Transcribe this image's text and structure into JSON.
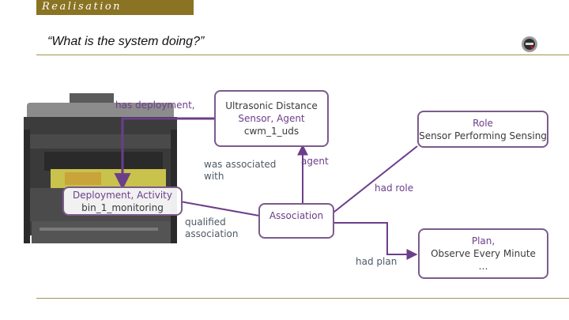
{
  "header": {
    "section": "Realisation",
    "question": "“What is the system doing?”"
  },
  "nodes": {
    "sensor": {
      "name": "Ultrasonic Distance",
      "type_line": "Sensor, Agent",
      "id": "cwm_1_uds"
    },
    "role": {
      "type": "Role",
      "name": "Sensor Performing Sensing"
    },
    "deployment": {
      "type_line": "Deployment, Activity",
      "id": "bin_1_monitoring"
    },
    "association": {
      "label": "Association"
    },
    "plan": {
      "type": "Plan,",
      "name": "Observe Every Minute",
      "more": "…"
    }
  },
  "edges": {
    "has_deployment": "has deployment,",
    "was_associated_with": "was associated with",
    "agent": "agent",
    "had_role": "had role",
    "qualified_association": "qualified association",
    "had_plan": "had plan"
  },
  "colors": {
    "header_bar": "#8a7323",
    "node_border": "#7b5b8c",
    "link": "#6b3e8a",
    "rule": "#a39256"
  }
}
